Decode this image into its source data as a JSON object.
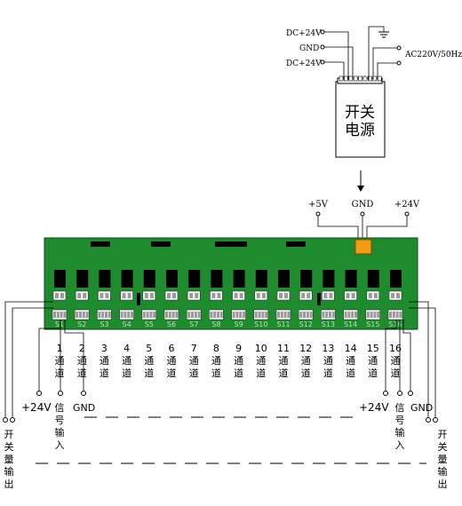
{
  "psu": {
    "label_line1": "开关",
    "label_line2": "电源",
    "in_dc24_a": "DC+24V",
    "in_gnd": "GND",
    "in_dc24_b": "DC+24V",
    "in_ac": "AC220V/50Hz"
  },
  "rails": {
    "v5": "+5V",
    "gnd": "GND",
    "v24": "+24V"
  },
  "board": {
    "color": "#1e8b2e",
    "slots": [
      "S1",
      "S2",
      "S3",
      "S4",
      "S5",
      "S6",
      "S7",
      "S8",
      "S9",
      "S10",
      "S11",
      "S12",
      "S13",
      "S14",
      "S15",
      "S16"
    ]
  },
  "channels": {
    "numbers": [
      "1",
      "2",
      "3",
      "4",
      "5",
      "6",
      "7",
      "8",
      "9",
      "10",
      "11",
      "12",
      "13",
      "14",
      "15",
      "16"
    ],
    "word_a": "通",
    "word_b": "道"
  },
  "left_io": {
    "v24": "+24V",
    "signal": [
      "信",
      "号",
      "输",
      "入"
    ],
    "gnd": "GND",
    "switch": [
      "开",
      "关",
      "量",
      "输",
      "出"
    ]
  },
  "right_io": {
    "v24": "+24V",
    "signal": [
      "信",
      "号",
      "输",
      "入"
    ],
    "gnd": "GND",
    "switch": [
      "开",
      "关",
      "量",
      "输",
      "出"
    ]
  }
}
